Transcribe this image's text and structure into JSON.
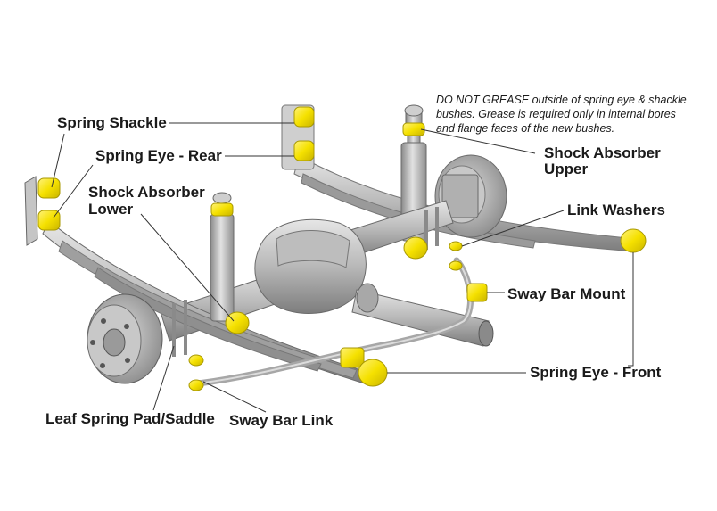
{
  "note": {
    "line1": "DO NOT GREASE outside of spring eye & shackle",
    "line2": "bushes. Grease is required only in internal bores",
    "line3": "and flange faces of the new bushes."
  },
  "labels": {
    "spring_shackle": "Spring Shackle",
    "spring_eye_rear": "Spring Eye - Rear",
    "shock_absorber_lower_1": "Shock Absorber",
    "shock_absorber_lower_2": "Lower",
    "shock_absorber_upper_1": "Shock Absorber",
    "shock_absorber_upper_2": "Upper",
    "link_washers": "Link Washers",
    "sway_bar_mount": "Sway Bar Mount",
    "spring_eye_front": "Spring Eye - Front",
    "leaf_spring_pad_saddle": "Leaf Spring Pad/Saddle",
    "sway_bar_link": "Sway Bar Link"
  },
  "colors": {
    "bush_yellow": "#f5e100",
    "metal_light": "#d8d8d8",
    "metal_mid": "#a9a9a9",
    "metal_dark": "#6e6e6e",
    "leader_line": "#333333",
    "text": "#1a1a1a"
  }
}
